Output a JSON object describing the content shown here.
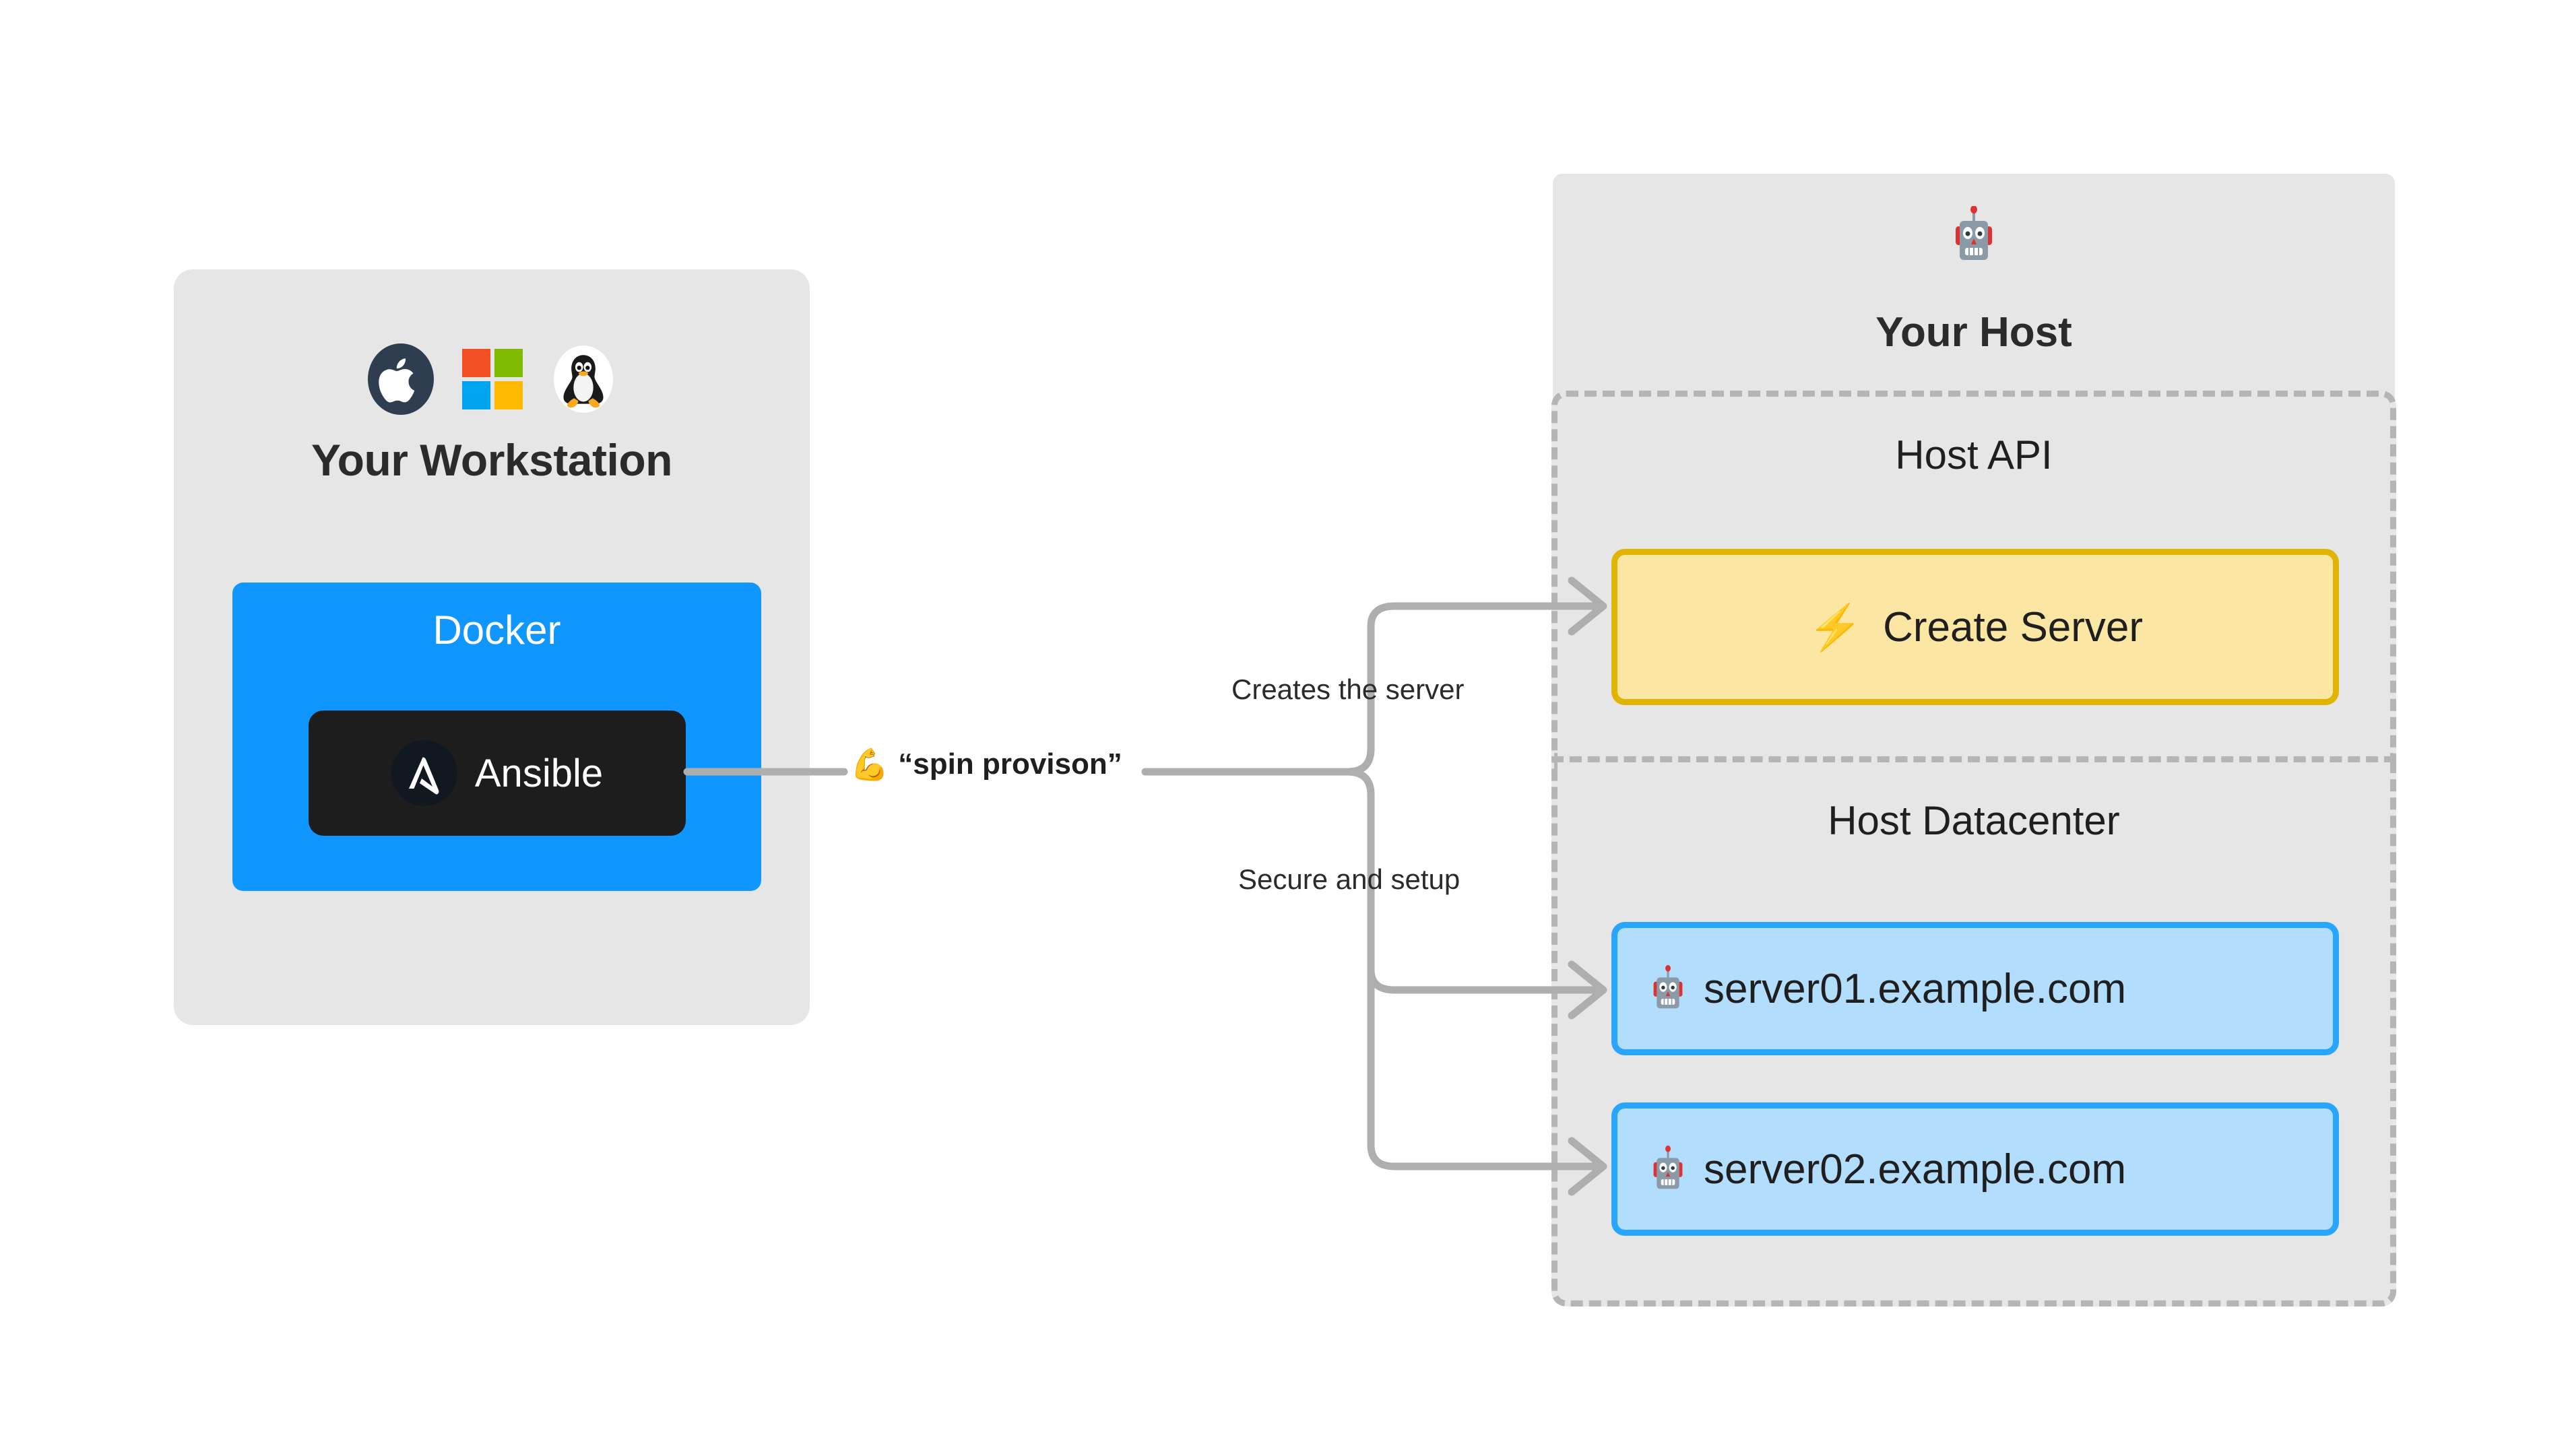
{
  "workstation": {
    "title": "Your Workstation",
    "os_icons": [
      {
        "name": "apple-icon",
        "label": "Apple macOS"
      },
      {
        "name": "windows-icon",
        "label": "Microsoft Windows"
      },
      {
        "name": "linux-tux-icon",
        "label": "Linux"
      }
    ],
    "docker": {
      "title": "Docker",
      "ansible": {
        "label": "Ansible",
        "logo_name": "ansible-logo-icon"
      }
    }
  },
  "command": {
    "emoji": "💪",
    "text": "“spin provison”"
  },
  "edges": [
    {
      "label": "Creates the server"
    },
    {
      "label": "Secure and setup"
    }
  ],
  "host": {
    "title": "Your Host",
    "robot_icon": "robot-icon",
    "api_section": {
      "title": "Host API",
      "action": {
        "emoji": "⚡",
        "label": "Create Server"
      }
    },
    "datacenter_section": {
      "title": "Host Datacenter",
      "servers": [
        {
          "name": "server01.example.com",
          "icon": "robot-icon"
        },
        {
          "name": "server02.example.com",
          "icon": "robot-icon"
        }
      ]
    }
  },
  "colors": {
    "panel_gray": "#E6E6E6",
    "docker_blue": "#1097FF",
    "ansible_black": "#1D1D1D",
    "create_server_fill": "#FBE6A4",
    "create_server_border": "#E0B400",
    "server_fill": "#B3DDFD",
    "server_border": "#28A5FD",
    "connector_gray": "#AEAEAE",
    "dashed_border": "#B5B5B5"
  }
}
